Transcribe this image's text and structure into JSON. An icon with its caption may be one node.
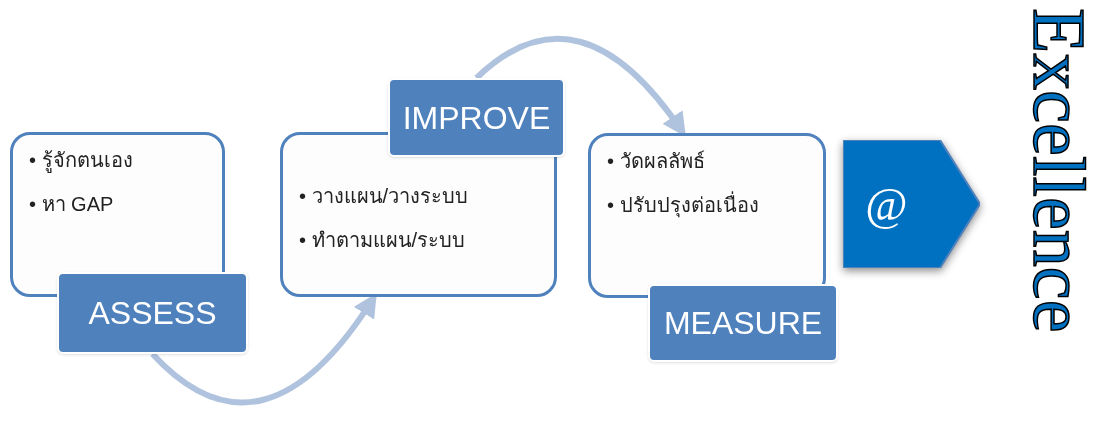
{
  "diagram": {
    "nodes": [
      {
        "text": [
          "• รู้จักตนเอง",
          "• หา GAP"
        ]
      },
      {
        "text": [
          "ASSESS"
        ]
      },
      {
        "text": [
          "• วางแผน/วางระบบ",
          "• ทำตามแผน/ระบบ"
        ]
      },
      {
        "text": [
          "IMPROVE"
        ]
      },
      {
        "text": [
          "• วัดผลลัพธ์",
          "• ปรับปรุงต่อเนื่อง"
        ]
      },
      {
        "text": [
          "MEASURE"
        ]
      },
      {
        "text": [
          "@"
        ]
      }
    ],
    "edges": [
      {
        "from": 1,
        "to": 2,
        "arrow": "to"
      },
      {
        "from": 3,
        "to": 4,
        "arrow": "to"
      }
    ],
    "labels": [
      "Excellence"
    ]
  }
}
